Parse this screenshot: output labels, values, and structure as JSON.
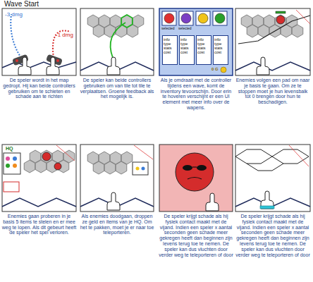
{
  "diagram": {
    "title": "Wave Start",
    "nodes": [
      {
        "text": [
          "-3 dmg",
          "-1 dmg",
          "De speler wordt in het map gedropt. Hij kan beide controllers gebruiken om te schieten en schade aan te richten"
        ]
      },
      {
        "text": [
          "De speler kan beide controllers gebruiken om van tile tot tile te verplaatsen. Groene feedback als het mogelijk is."
        ]
      },
      {
        "text": [
          "selected",
          "selected",
          "0 G",
          "Als je omdraait met de controller tijdens een wave, komt de inventory tevoorschijn. Door erin te hoveren verschijnt er een UI element met meer info over de wapens."
        ]
      },
      {
        "text": [
          "info type stats cost"
        ],
        "in": 2
      },
      {
        "text": [
          "info type stats cost"
        ],
        "in": 2
      },
      {
        "text": [
          "info type stats cost"
        ],
        "in": 2
      },
      {
        "text": [
          "info type stats cost"
        ],
        "in": 2
      },
      {
        "text": [
          "Enemies volgen een pad om naar je basis te gaan. Om ze te stoppen moet je hun levensbalk tot 0 brengen door hun te beschadigen."
        ]
      },
      {
        "text": [
          "HQ",
          "Enemies gaan proberen in je basis 5 items te stelen en er mee weg te lopen. Als dit gebeurt heeft de speler het spel verloren."
        ]
      },
      {
        "text": [
          "Als enemies doodgaan, droppen ze geld en items van je HQ. Om het te pakken, moet je er naar toe teleporteren."
        ]
      },
      {
        "text": [
          "De speler krijgt schade als hij fysiek contact maakt met de vijand. Indien een speler x aantal seconden geen schade meer gekregen heeft dan beginnen zijn levens terug toe te nemen. De speler kan dus vluchten door verder weg te teleporteren of door"
        ]
      },
      {
        "text": [
          "De speler krijgt schade als hij fysiek contact maakt met de vijand. Indien een speler x aantal seconden geen schade meer gekregen heeft dan beginnen zijn levens terug toe te nemen. De speler kan dus vluchten door verder weg te teleporteren of door"
        ]
      }
    ],
    "edges": []
  }
}
